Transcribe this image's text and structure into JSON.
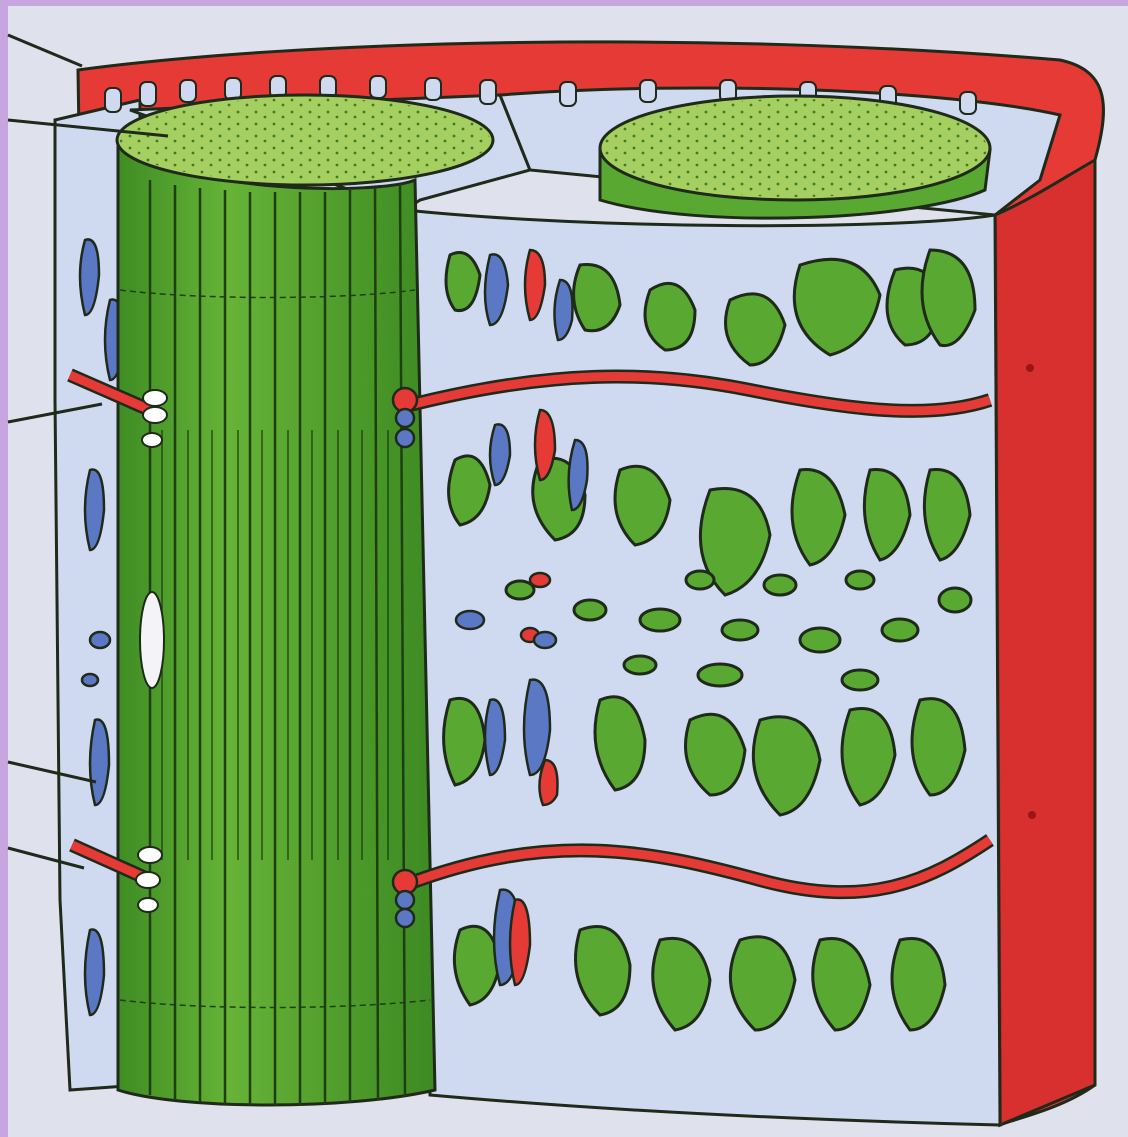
{
  "figure": {
    "labels": [],
    "colors": {
      "frame": "#c7a6df",
      "paper": "#dfe1ec",
      "sarcolemma": "#e53a36",
      "sarcolemma_dark": "#b81e22",
      "myofibril": "#59a832",
      "myofibril_light": "#a6cf62",
      "myofibril_dark": "#2b6a1c",
      "reticulum": "#cfdaf0",
      "t_tubule": "#5b78c5",
      "outline": "#1f2a1a"
    },
    "leader_lines": [
      {
        "id": "leader-1",
        "target": "sarcolemma"
      },
      {
        "id": "leader-2",
        "target": "myofibril-end"
      },
      {
        "id": "leader-3",
        "target": "triad-upper"
      },
      {
        "id": "leader-4",
        "target": "t-tubule"
      },
      {
        "id": "leader-5",
        "target": "triad-lower"
      }
    ]
  }
}
